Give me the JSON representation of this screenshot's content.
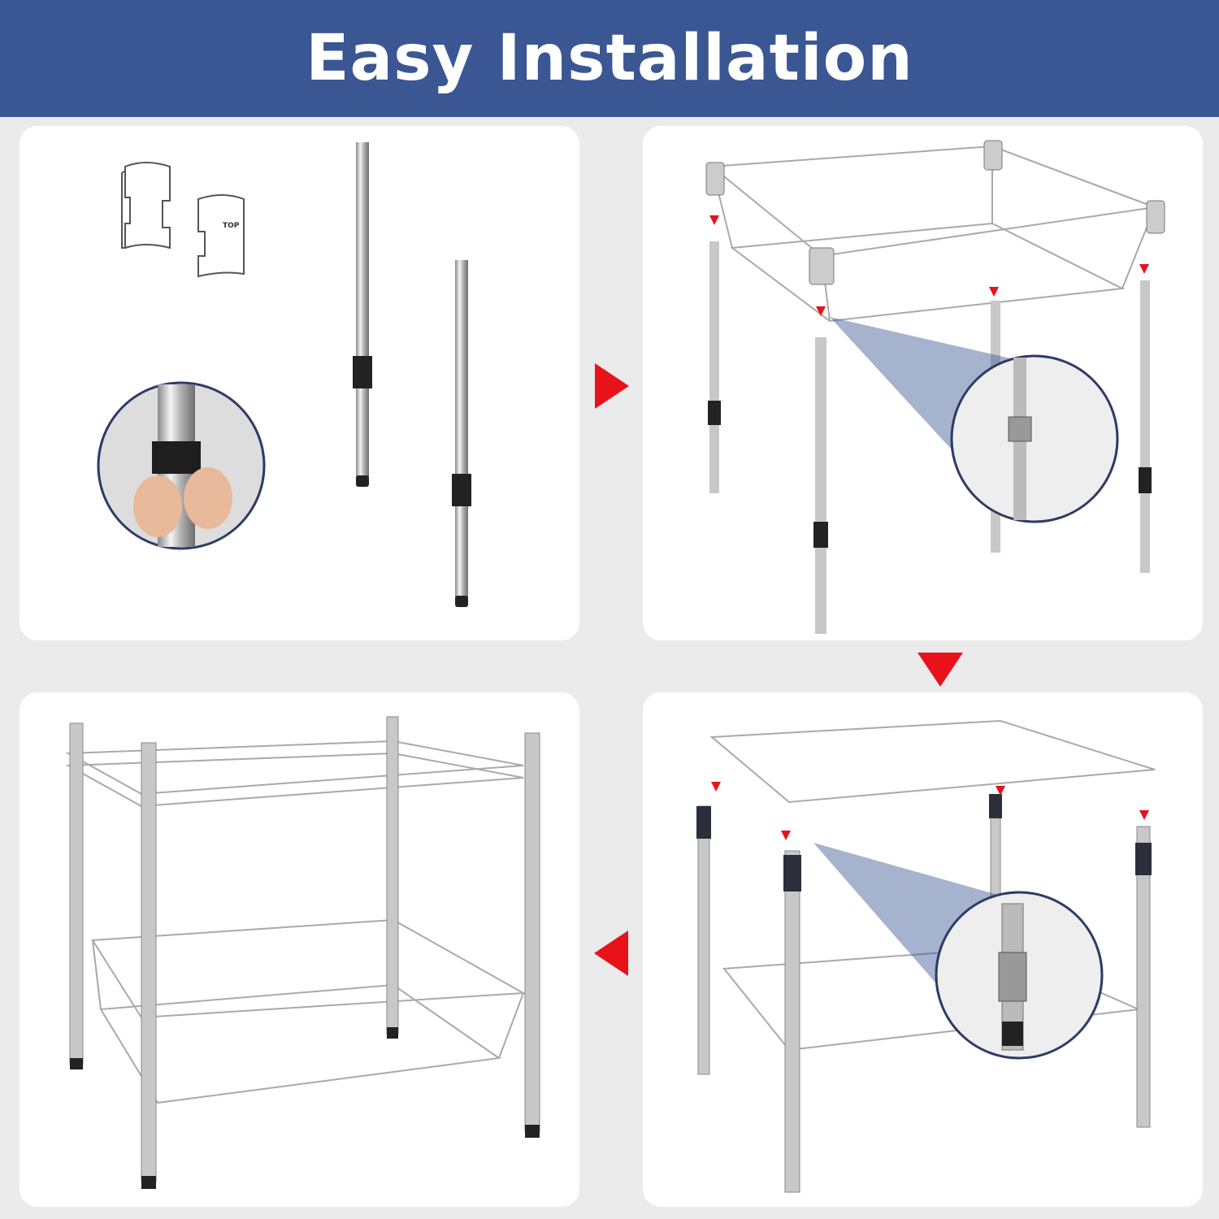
{
  "header": {
    "title": "Easy Installation"
  },
  "step1": {
    "clip_label": "TOP"
  },
  "colors": {
    "header": "#3a5693",
    "arrow": "#e8121b",
    "background": "#ebebeb",
    "panel": "#ffffff"
  },
  "arrows": [
    "right",
    "down",
    "left"
  ]
}
